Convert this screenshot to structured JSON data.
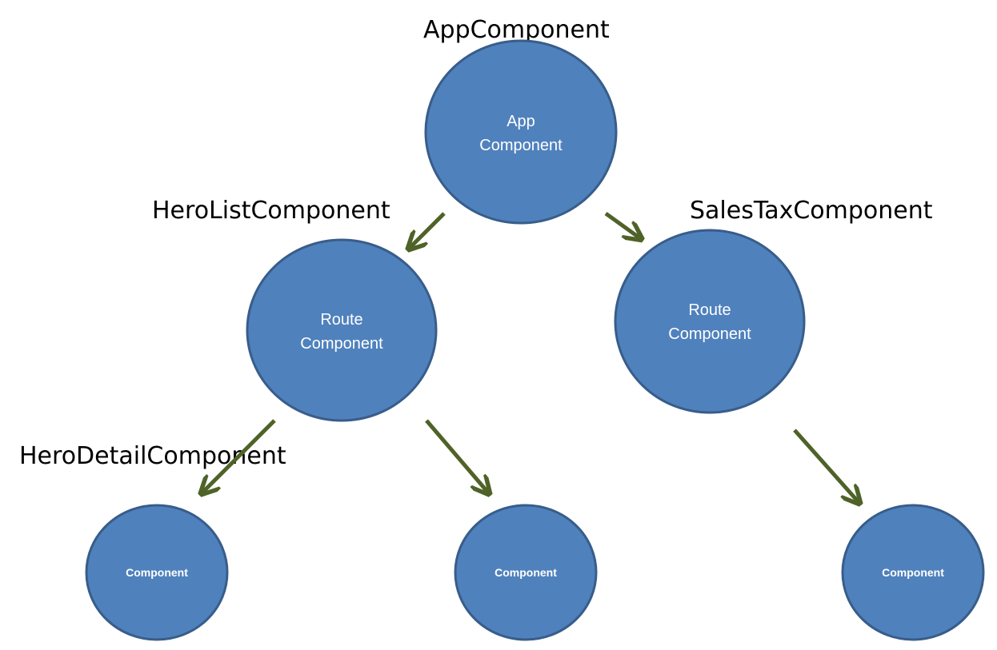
{
  "colors": {
    "node_fill": "#4f81bd",
    "node_stroke": "#385d8a",
    "node_text": "#ffffff",
    "arrow": "#4f6228",
    "caption": "#000000"
  },
  "captions": {
    "app": "AppComponent",
    "hero_list": "HeroListComponent",
    "sales_tax": "SalesTaxComponent",
    "hero_detail": "HeroDetailComponent"
  },
  "nodes": {
    "app": {
      "line1": "App",
      "line2": "Component"
    },
    "route_left": {
      "line1": "Route",
      "line2": "Component"
    },
    "route_right": {
      "line1": "Route",
      "line2": "Component"
    },
    "leaf_left": {
      "label": "Component"
    },
    "leaf_middle": {
      "label": "Component"
    },
    "leaf_right": {
      "label": "Component"
    }
  },
  "edges": [
    {
      "from": "app",
      "to": "route_left"
    },
    {
      "from": "app",
      "to": "route_right"
    },
    {
      "from": "route_left",
      "to": "leaf_left"
    },
    {
      "from": "route_left",
      "to": "leaf_middle"
    },
    {
      "from": "route_right",
      "to": "leaf_right"
    }
  ]
}
